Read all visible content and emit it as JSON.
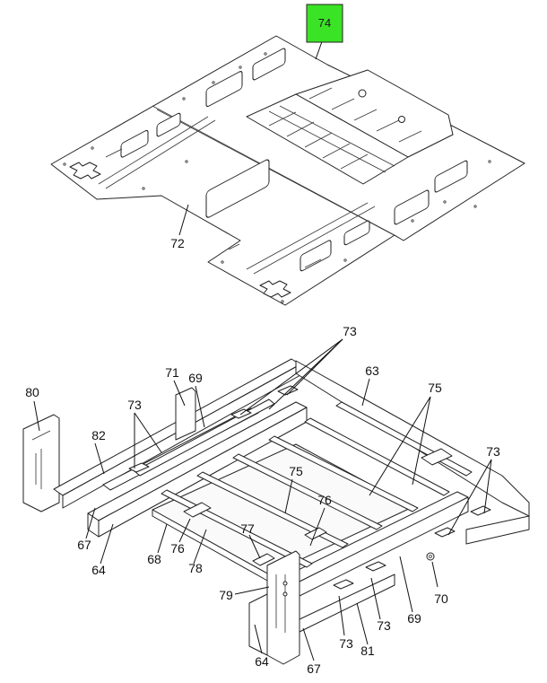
{
  "callouts": {
    "c74": "74",
    "c72": "72",
    "c73_top": "73",
    "c63": "63",
    "c75_right": "75",
    "c80": "80",
    "c71": "71",
    "c69_top": "69",
    "c73_left": "73",
    "c82": "82",
    "c75_mid": "75",
    "c73_right": "73",
    "c76_mid": "76",
    "c67_left": "67",
    "c64_left": "64",
    "c68": "68",
    "c76_left": "76",
    "c78": "78",
    "c77": "77",
    "c70": "70",
    "c79": "79",
    "c73_bot_a": "73",
    "c73_bot_b": "73",
    "c69_bot": "69",
    "c81": "81",
    "c64_bot": "64",
    "c67_bot": "67"
  },
  "highlight": {
    "color": "#3be326",
    "callout": "74"
  }
}
